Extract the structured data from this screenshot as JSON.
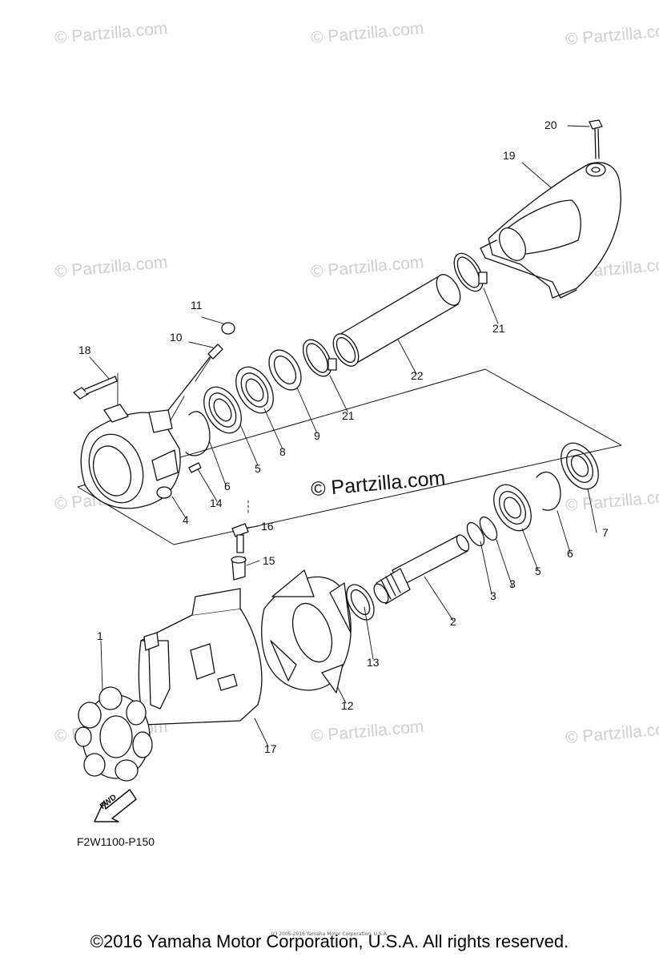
{
  "watermark": "© Partzilla.com",
  "center_watermark": "© Partzilla.com",
  "callouts": {
    "c1": "1",
    "c2": "2",
    "c3a": "3",
    "c3b": "3",
    "c4": "4",
    "c5a": "5",
    "c5b": "5",
    "c6a": "6",
    "c6b": "6",
    "c7": "7",
    "c8": "8",
    "c9": "9",
    "c10": "10",
    "c11": "11",
    "c12": "12",
    "c13": "13",
    "c14": "14",
    "c15": "15",
    "c16": "16",
    "c17": "17",
    "c18": "18",
    "c19": "19",
    "c20": "20",
    "c21a": "21",
    "c21b": "21",
    "c22": "22"
  },
  "fwd_label": "FWD",
  "diagram_code": "F2W1100-P150",
  "copyright": "©2016 Yamaha Motor Corporation, U.S.A. All rights reserved.",
  "small_print": "(c) 2005-2016 Yamaha Motor Corporation, U.S.A."
}
